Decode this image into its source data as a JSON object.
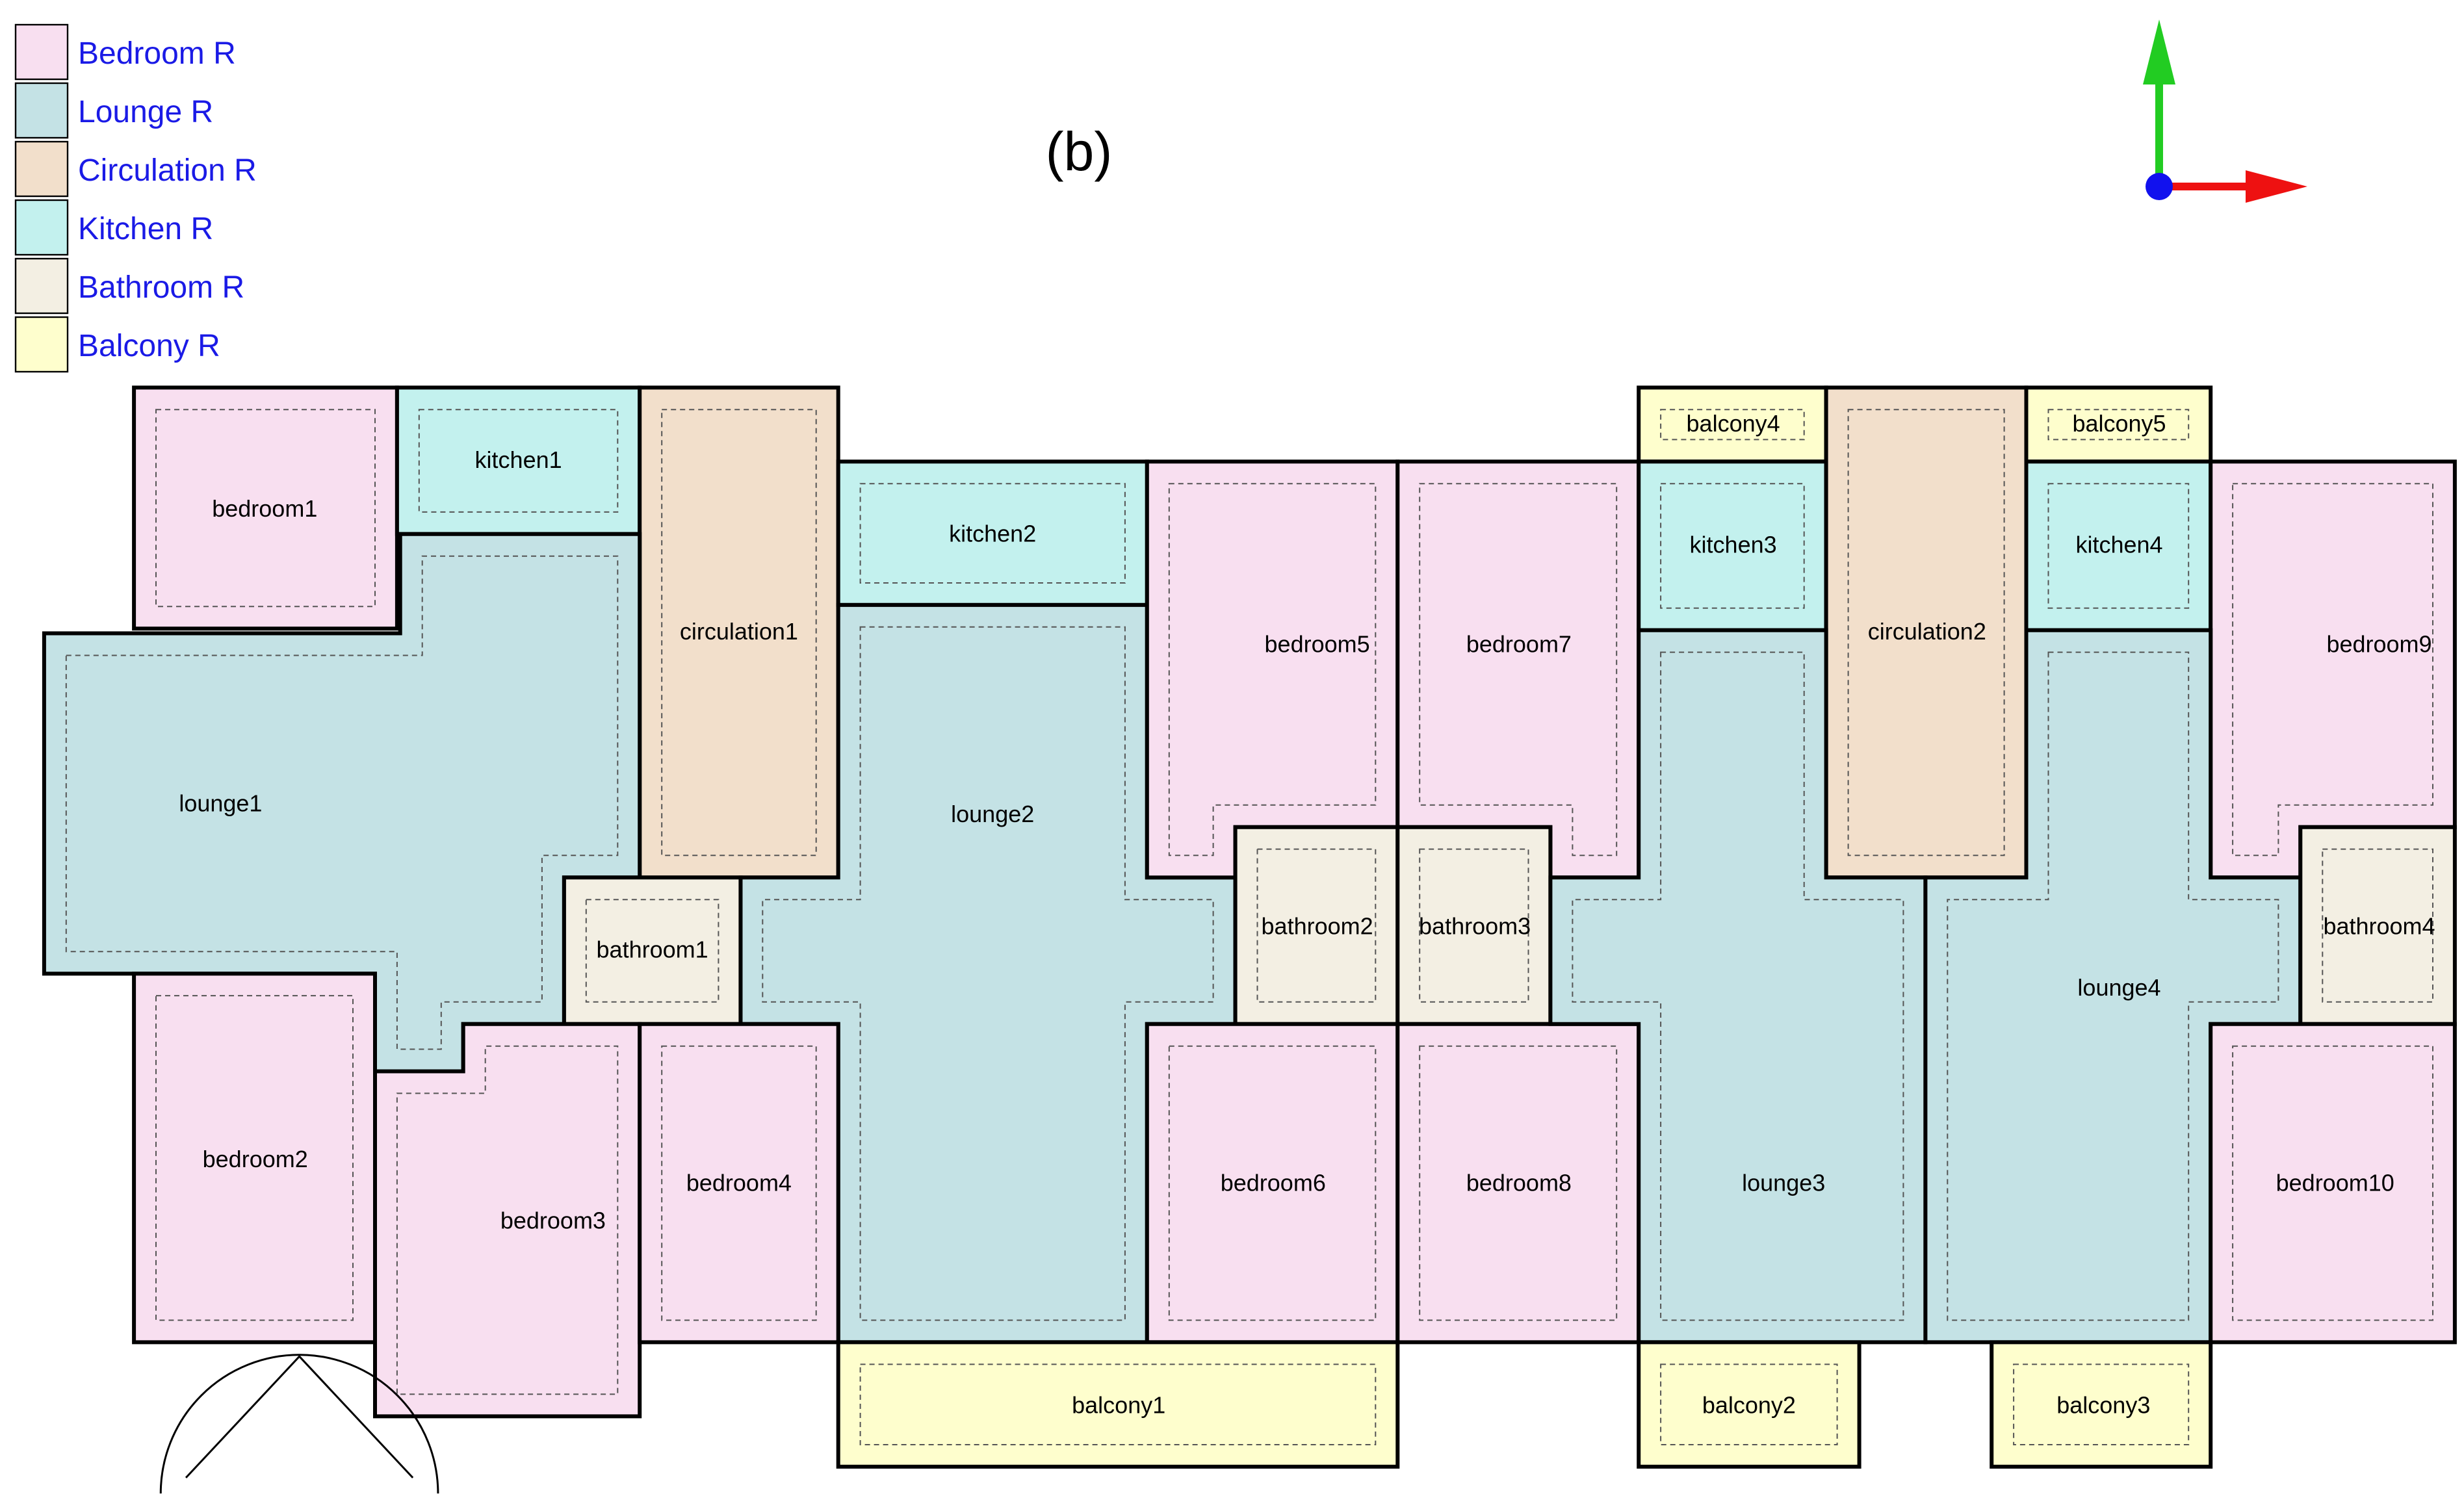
{
  "figure": {
    "label": "(b)"
  },
  "colors": {
    "bedroom": "#f8dff0",
    "lounge": "#c4e2e5",
    "circulation": "#f2dfcb",
    "kitchen": "#c3f1ee",
    "bathroom": "#f3efe3",
    "balcony": "#fefecd",
    "legend_text": "#1a1ae6",
    "wall": "#000000",
    "axis_y": "#22cc22",
    "axis_x": "#ee1111",
    "axis_origin": "#1111ee"
  },
  "legend": [
    {
      "type": "bedroom",
      "label": "Bedroom R"
    },
    {
      "type": "lounge",
      "label": "Lounge R"
    },
    {
      "type": "circulation",
      "label": "Circulation R"
    },
    {
      "type": "kitchen",
      "label": "Kitchen R"
    },
    {
      "type": "bathroom",
      "label": "Bathroom R"
    },
    {
      "type": "balcony",
      "label": "Balcony R"
    }
  ],
  "rooms": [
    {
      "id": "bedroom1",
      "type": "bedroom",
      "label": "bedroom1"
    },
    {
      "id": "kitchen1",
      "type": "kitchen",
      "label": "kitchen1"
    },
    {
      "id": "circulation1",
      "type": "circulation",
      "label": "circulation1"
    },
    {
      "id": "kitchen2",
      "type": "kitchen",
      "label": "kitchen2"
    },
    {
      "id": "lounge1",
      "type": "lounge",
      "label": "lounge1"
    },
    {
      "id": "lounge2",
      "type": "lounge",
      "label": "lounge2"
    },
    {
      "id": "bathroom1",
      "type": "bathroom",
      "label": "bathroom1"
    },
    {
      "id": "bedroom2",
      "type": "bedroom",
      "label": "bedroom2"
    },
    {
      "id": "bedroom3",
      "type": "bedroom",
      "label": "bedroom3"
    },
    {
      "id": "bedroom4",
      "type": "bedroom",
      "label": "bedroom4"
    },
    {
      "id": "bedroom5",
      "type": "bedroom",
      "label": "bedroom5"
    },
    {
      "id": "bedroom7",
      "type": "bedroom",
      "label": "bedroom7"
    },
    {
      "id": "bathroom2",
      "type": "bathroom",
      "label": "bathroom2"
    },
    {
      "id": "bathroom3",
      "type": "bathroom",
      "label": "bathroom3"
    },
    {
      "id": "bedroom6",
      "type": "bedroom",
      "label": "bedroom6"
    },
    {
      "id": "bedroom8",
      "type": "bedroom",
      "label": "bedroom8"
    },
    {
      "id": "balcony1",
      "type": "balcony",
      "label": "balcony1"
    },
    {
      "id": "balcony4",
      "type": "balcony",
      "label": "balcony4"
    },
    {
      "id": "balcony5",
      "type": "balcony",
      "label": "balcony5"
    },
    {
      "id": "kitchen3",
      "type": "kitchen",
      "label": "kitchen3"
    },
    {
      "id": "circulation2",
      "type": "circulation",
      "label": "circulation2"
    },
    {
      "id": "kitchen4",
      "type": "kitchen",
      "label": "kitchen4"
    },
    {
      "id": "bedroom9",
      "type": "bedroom",
      "label": "bedroom9"
    },
    {
      "id": "lounge3",
      "type": "lounge",
      "label": "lounge3"
    },
    {
      "id": "lounge4",
      "type": "lounge",
      "label": "lounge4"
    },
    {
      "id": "bathroom4",
      "type": "bathroom",
      "label": "bathroom4"
    },
    {
      "id": "bedroom10",
      "type": "bedroom",
      "label": "bedroom10"
    },
    {
      "id": "balcony2",
      "type": "balcony",
      "label": "balcony2"
    },
    {
      "id": "balcony3",
      "type": "balcony",
      "label": "balcony3"
    }
  ]
}
